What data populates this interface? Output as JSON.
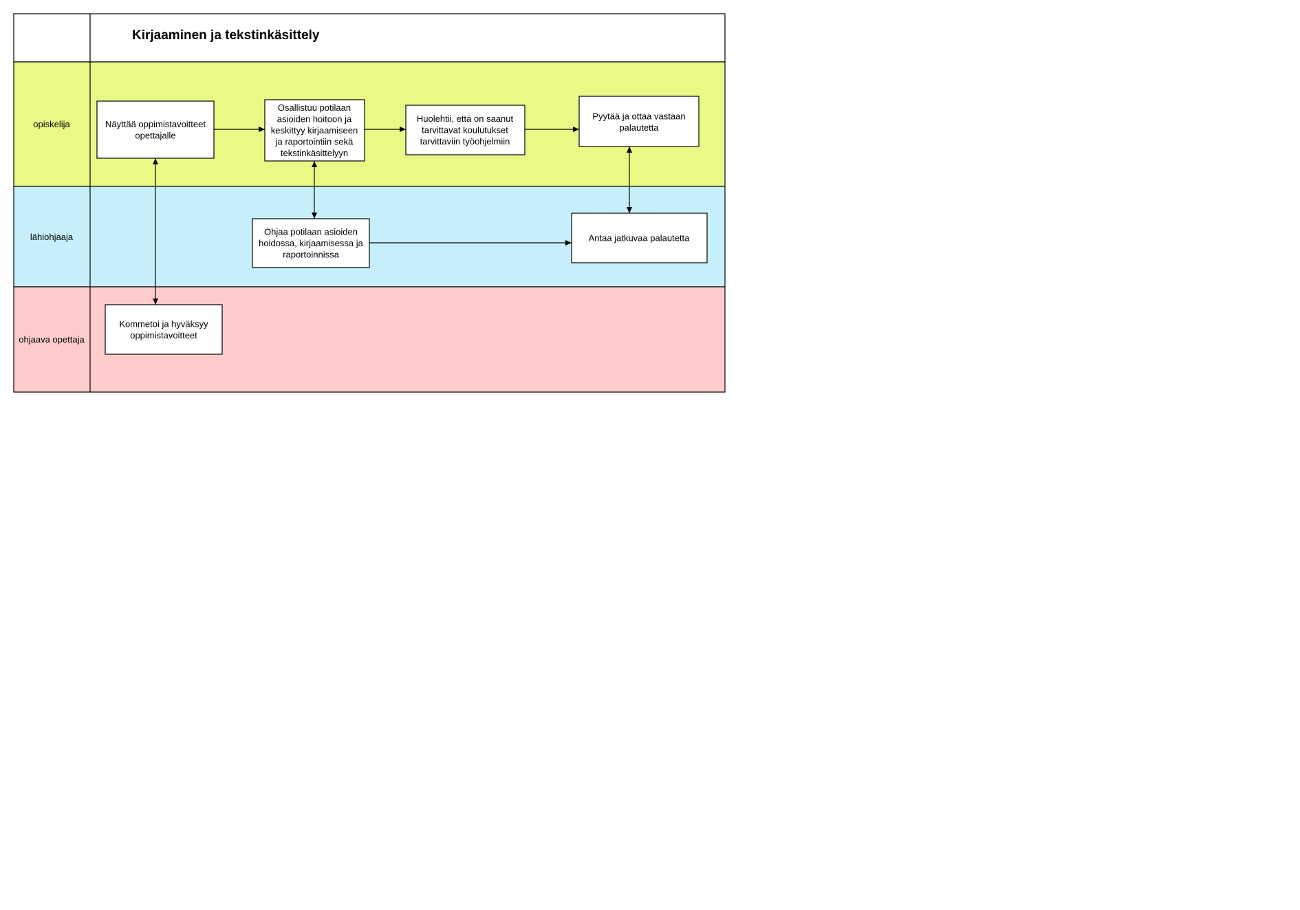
{
  "title": "Kirjaaminen ja tekstinkäsittely",
  "lanes": [
    {
      "label": "opiskelija",
      "color": "#eaf986"
    },
    {
      "label": "lähiohjaaja",
      "color": "#c6effa"
    },
    {
      "label": "ohjaava opettaja",
      "color": "#ffcccc"
    }
  ],
  "boxes": {
    "nayttaa": {
      "lines": [
        "Näyttää oppimistavoitteet",
        "opettajalle"
      ]
    },
    "osallistuu": {
      "lines": [
        "Osallistuu potilaan",
        "asioiden hoitoon ja",
        "keskittyy kirjaamiseen",
        "ja raportointiin sekä",
        "tekstinkäsittelyyn"
      ]
    },
    "huolehtii": {
      "lines": [
        "Huolehtii, että on saanut",
        "tarvittavat koulutukset",
        "tarvittaviin työohjelmiin"
      ]
    },
    "pyytaa": {
      "lines": [
        "Pyytää ja ottaa vastaan",
        "palautetta"
      ]
    },
    "ohjaa": {
      "lines": [
        "Ohjaa potilaan asioiden",
        "hoidossa, kirjaamisessa ja",
        "raportoinnissa"
      ]
    },
    "antaa": {
      "lines": [
        "Antaa jatkuvaa palautetta"
      ]
    },
    "kommetoi": {
      "lines": [
        "Kommetoi ja hyväksyy",
        "oppimistavoitteet"
      ]
    }
  },
  "connectors": [
    {
      "from": "nayttaa",
      "to": "osallistuu",
      "type": "arrow"
    },
    {
      "from": "osallistuu",
      "to": "huolehtii",
      "type": "arrow"
    },
    {
      "from": "huolehtii",
      "to": "pyytaa",
      "type": "arrow"
    },
    {
      "from": "ohjaa",
      "to": "antaa",
      "type": "arrow"
    },
    {
      "from": "osallistuu",
      "to": "ohjaa",
      "type": "double-arrow"
    },
    {
      "from": "pyytaa",
      "to": "antaa",
      "type": "double-arrow"
    },
    {
      "from": "nayttaa",
      "to": "kommetoi",
      "type": "double-arrow"
    }
  ]
}
